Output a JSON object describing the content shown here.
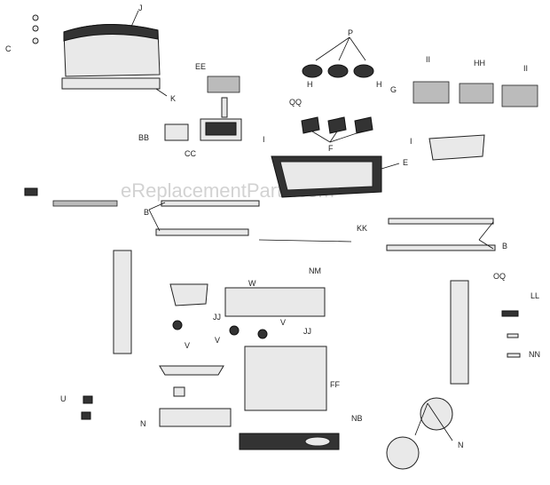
{
  "diagram": {
    "watermark": "eReplacementParts.com",
    "labels": [
      {
        "id": "J",
        "text": "J"
      },
      {
        "id": "C",
        "text": "C"
      },
      {
        "id": "K",
        "text": "K"
      },
      {
        "id": "EE",
        "text": "EE"
      },
      {
        "id": "P",
        "text": "P"
      },
      {
        "id": "II1",
        "text": "II"
      },
      {
        "id": "HH",
        "text": "HH"
      },
      {
        "id": "II2",
        "text": "II"
      },
      {
        "id": "H1",
        "text": "H"
      },
      {
        "id": "H2",
        "text": "H"
      },
      {
        "id": "G",
        "text": "G"
      },
      {
        "id": "QQ",
        "text": "QQ"
      },
      {
        "id": "BB",
        "text": "BB"
      },
      {
        "id": "CC",
        "text": "CC"
      },
      {
        "id": "F",
        "text": "F"
      },
      {
        "id": "I1",
        "text": "I"
      },
      {
        "id": "I2",
        "text": "I"
      },
      {
        "id": "E",
        "text": "E"
      },
      {
        "id": "B1",
        "text": "B"
      },
      {
        "id": "B2",
        "text": "B"
      },
      {
        "id": "KK",
        "text": "KK"
      },
      {
        "id": "NM",
        "text": "NM"
      },
      {
        "id": "W",
        "text": "W"
      },
      {
        "id": "OQ",
        "text": "OQ"
      },
      {
        "id": "LL",
        "text": "LL"
      },
      {
        "id": "JJ1",
        "text": "JJ"
      },
      {
        "id": "JJ2",
        "text": "JJ"
      },
      {
        "id": "V1",
        "text": "V"
      },
      {
        "id": "V2",
        "text": "V"
      },
      {
        "id": "V3",
        "text": "V"
      },
      {
        "id": "FF",
        "text": "FF"
      },
      {
        "id": "U",
        "text": "U"
      },
      {
        "id": "N1",
        "text": "N"
      },
      {
        "id": "N2",
        "text": "N"
      },
      {
        "id": "NB",
        "text": "NB"
      },
      {
        "id": "NN",
        "text": "NN"
      }
    ]
  }
}
